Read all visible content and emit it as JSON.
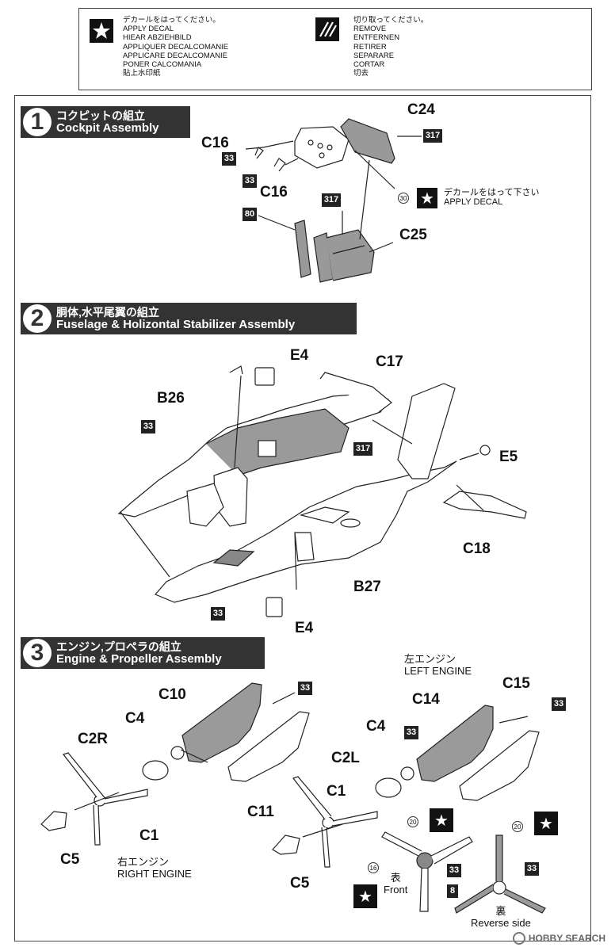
{
  "legend": {
    "apply": [
      "デカールをはってください。",
      "APPLY DECAL",
      "HIEAR ABZIEHBILD",
      "APPLIQUER DECALCOMANIE",
      "APPLICARE DECALCOMANIE",
      "PONER CALCOMANIA",
      "貼上水印紙"
    ],
    "remove": [
      "切り取ってください。",
      "REMOVE",
      "ENTFERNEN",
      "RETIRER",
      "SEPARARE",
      "CORTAR",
      "切去"
    ],
    "apply_icon": "star-icon",
    "remove_icon": "cut-icon"
  },
  "steps": [
    {
      "num": "1",
      "jp": "コクピットの組立",
      "en": "Cockpit Assembly"
    },
    {
      "num": "2",
      "jp": "胴体,水平尾翼の組立",
      "en": "Fuselage & Holizontal Stabilizer Assembly"
    },
    {
      "num": "3",
      "jp": "エンジン,プロペラの組立",
      "en": "Engine & Propeller Assembly"
    }
  ],
  "step1": {
    "parts": {
      "c24": "C24",
      "c16a": "C16",
      "c16b": "C16",
      "c25": "C25"
    },
    "colors": {
      "a": "317",
      "b": "33",
      "c": "33",
      "d": "80",
      "e": "317"
    },
    "decal_num": "30",
    "decal_jp": "デカールをはって下さい",
    "decal_en": "APPLY DECAL"
  },
  "step2": {
    "parts": {
      "e4a": "E4",
      "c17": "C17",
      "b26": "B26",
      "e5": "E5",
      "c18": "C18",
      "b27": "B27",
      "e4b": "E4"
    },
    "colors": {
      "a": "33",
      "b": "317",
      "c": "33"
    }
  },
  "step3": {
    "parts": {
      "c10": "C10",
      "c4a": "C4",
      "c2r": "C2R",
      "c11": "C11",
      "c1a": "C1",
      "c5a": "C5",
      "c14": "C14",
      "c15": "C15",
      "c4b": "C4",
      "c2l": "C2L",
      "c1b": "C1",
      "c5b": "C5"
    },
    "colors": {
      "a": "33",
      "b": "33",
      "c": "33",
      "d": "33",
      "e": "33",
      "f": "8"
    },
    "decal_nums": {
      "a": "20",
      "b": "16",
      "c": "20"
    },
    "left_jp": "左エンジン",
    "left_en": "LEFT ENGINE",
    "right_jp": "右エンジン",
    "right_en": "RIGHT ENGINE",
    "front_jp": "表",
    "front_en": "Front",
    "reverse_jp": "裏",
    "reverse_en": "Reverse side"
  },
  "watermark": "HOBBY SEARCH",
  "colors": {
    "dark": "#333333",
    "gray": "#9a9a9a",
    "line": "#222222"
  }
}
